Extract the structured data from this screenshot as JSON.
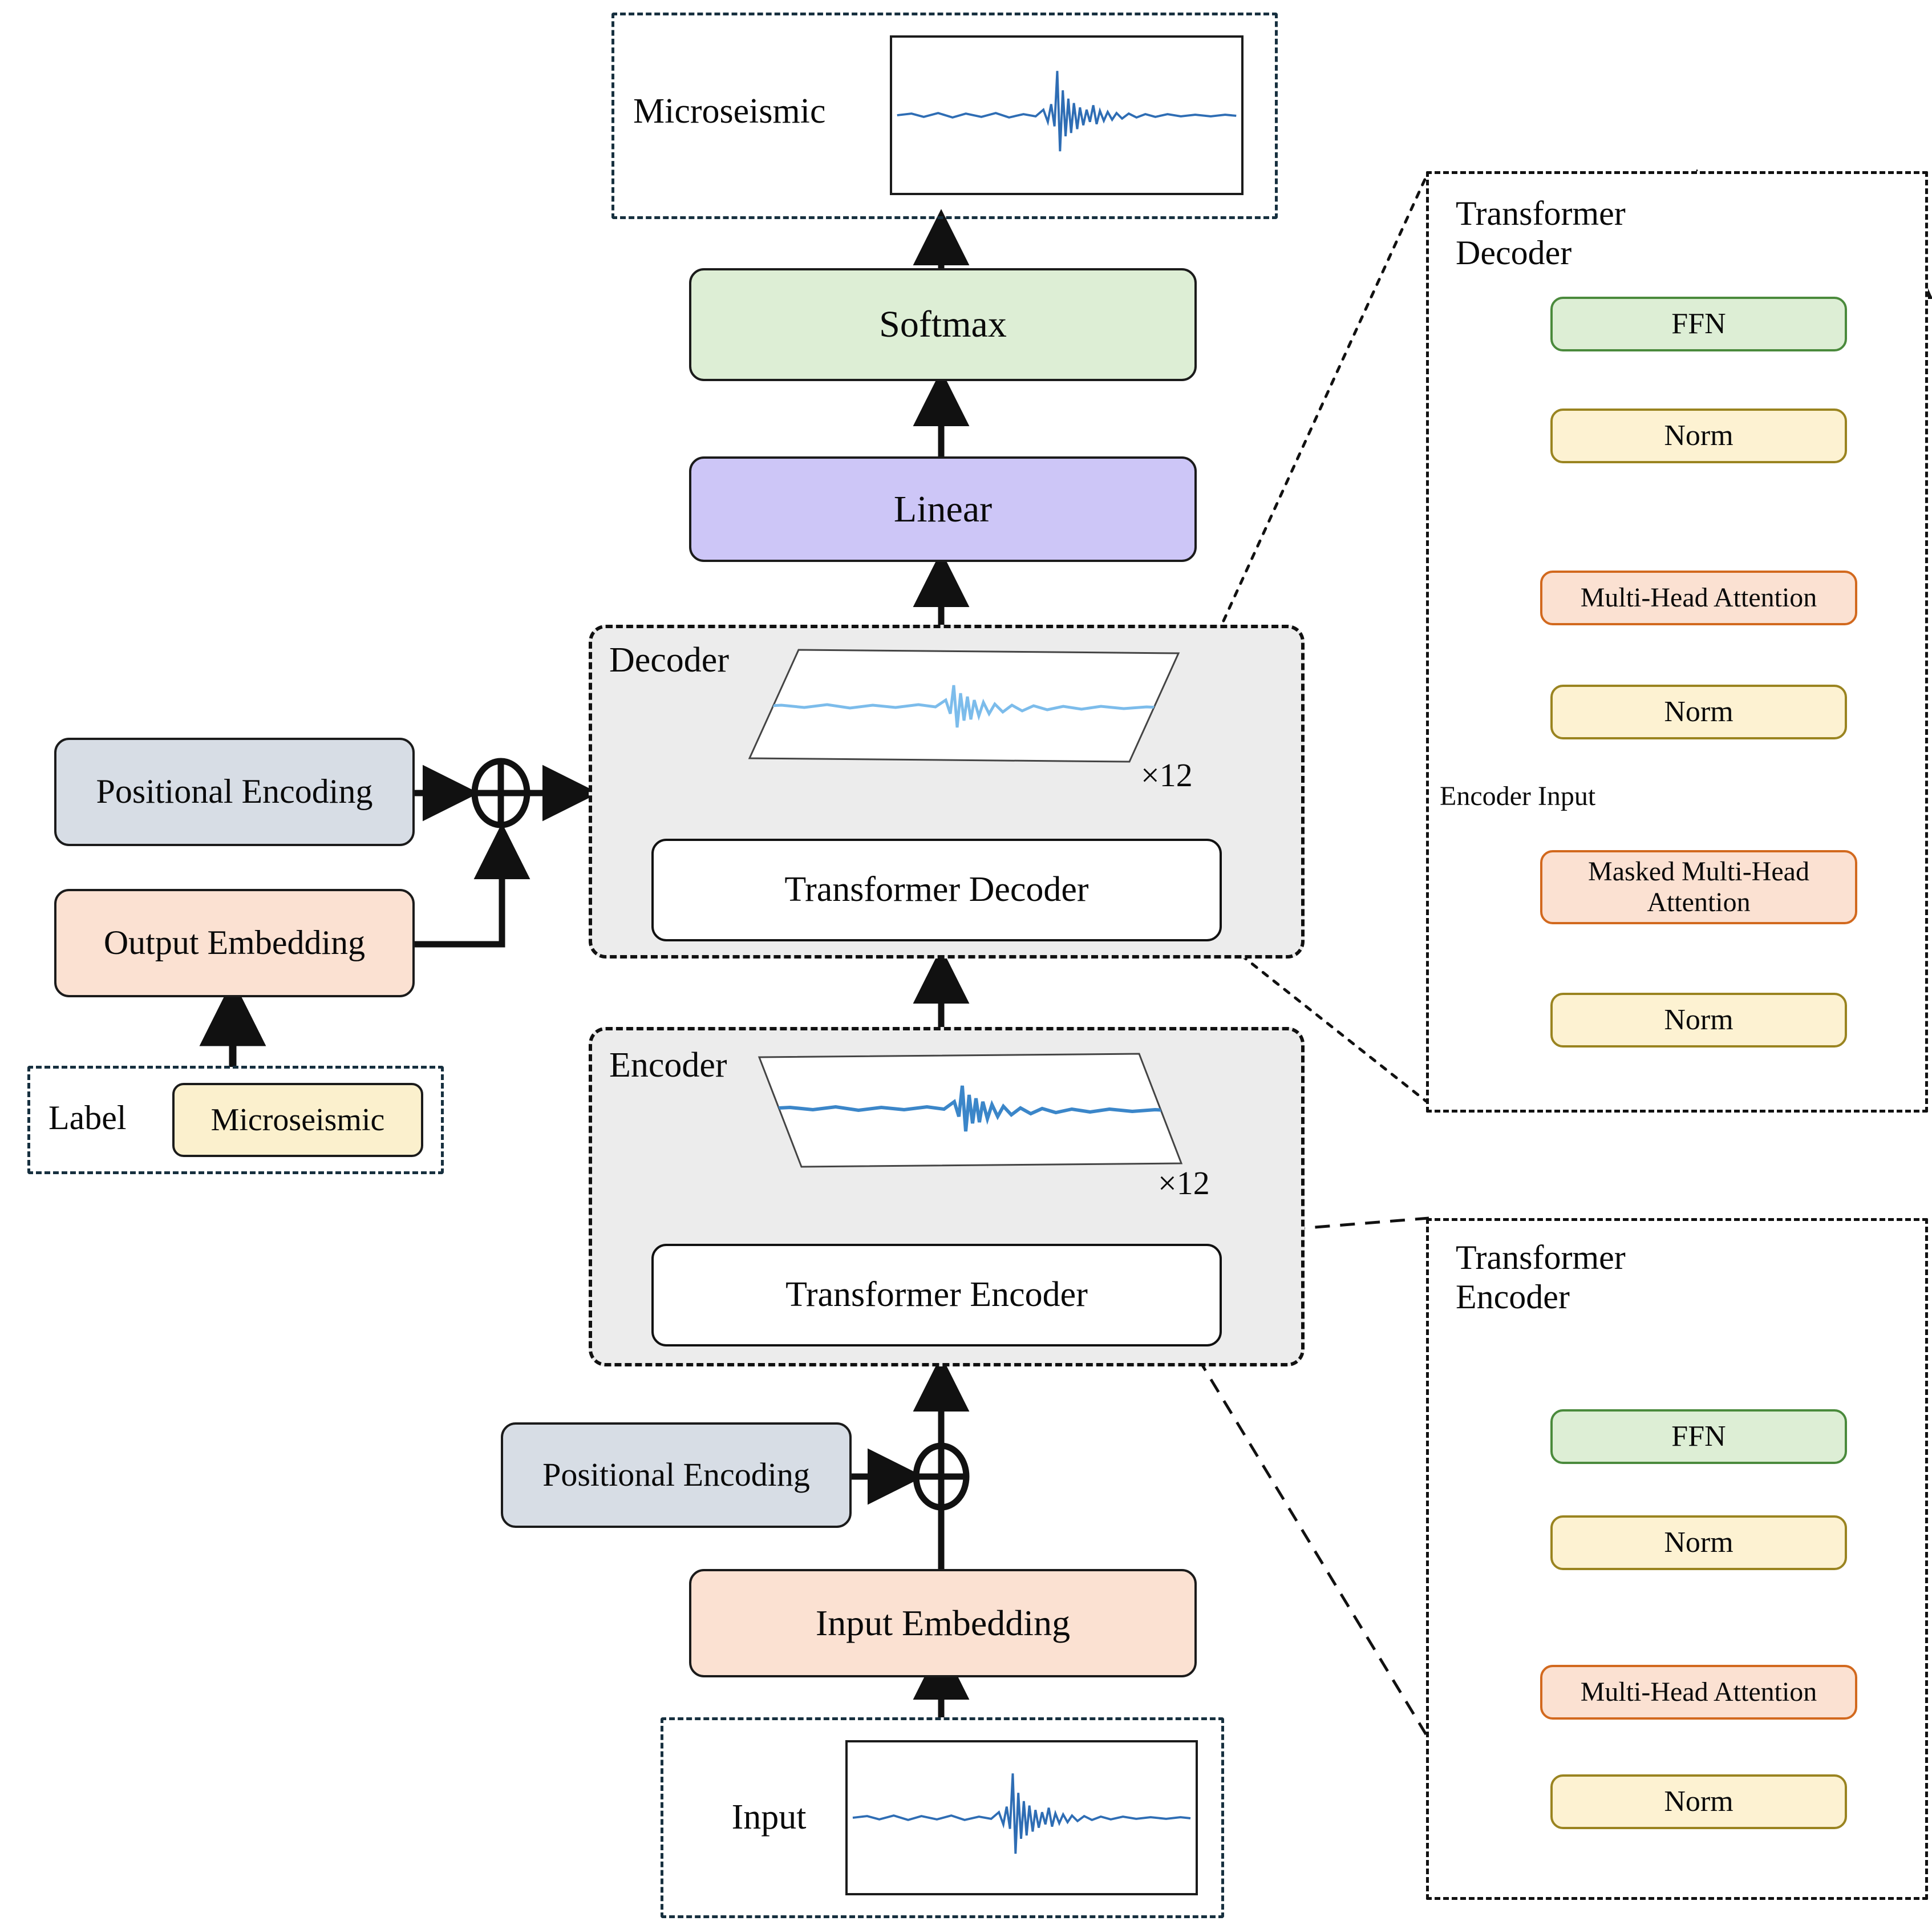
{
  "diagram": {
    "title_absent": "",
    "accent_colors": {
      "softmax_fill": "#ddeed5",
      "linear_fill": "#cdc6f7",
      "embedding_fill": "#fbe1d2",
      "positional_fill": "#d7dde5",
      "label_chip_fill": "#fbf0cd",
      "norm_fill": "#fdf2d2",
      "attention_fill": "#fbe1d2",
      "ffn_fill": "#ddeed5",
      "container_fill": "#ececec",
      "waveform_stroke": "#2e6db4",
      "waveform_stroke_light": "#7cbceb"
    }
  },
  "output_group": {
    "label": "Microseismic",
    "waveform_name": "microseismic-output-waveform"
  },
  "main_column": {
    "softmax": "Softmax",
    "linear": "Linear",
    "input_embedding": "Input Embedding"
  },
  "decoder_group": {
    "title": "Decoder",
    "repeat": "×12",
    "block_label": "Transformer Decoder"
  },
  "encoder_group": {
    "title": "Encoder",
    "repeat": "×12",
    "block_label": "Transformer Encoder"
  },
  "decoder_side_inputs": {
    "positional_encoding": "Positional Encoding",
    "output_embedding": "Output Embedding",
    "add_operator": "⊕"
  },
  "label_group": {
    "title": "Label",
    "chip": "Microseismic"
  },
  "encoder_side_inputs": {
    "positional_encoding": "Positional Encoding",
    "add_operator": "⊕"
  },
  "input_group": {
    "label": "Input",
    "waveform_name": "input-waveform"
  },
  "transformer_decoder_panel": {
    "title": "Transformer\nDecoder",
    "encoder_input_label": "Encoder Input",
    "blocks": [
      {
        "name": "FFN",
        "kind": "ffn"
      },
      {
        "name": "Norm",
        "kind": "norm"
      },
      {
        "name": "Multi-Head Attention",
        "kind": "mha"
      },
      {
        "name": "Norm",
        "kind": "norm"
      },
      {
        "name": "Masked Multi-Head\nAttention",
        "kind": "mha"
      },
      {
        "name": "Norm",
        "kind": "norm"
      }
    ]
  },
  "transformer_encoder_panel": {
    "title": "Transformer\nEncoder",
    "blocks": [
      {
        "name": "FFN",
        "kind": "ffn"
      },
      {
        "name": "Norm",
        "kind": "norm"
      },
      {
        "name": "Multi-Head Attention",
        "kind": "mha"
      },
      {
        "name": "Norm",
        "kind": "norm"
      }
    ]
  }
}
